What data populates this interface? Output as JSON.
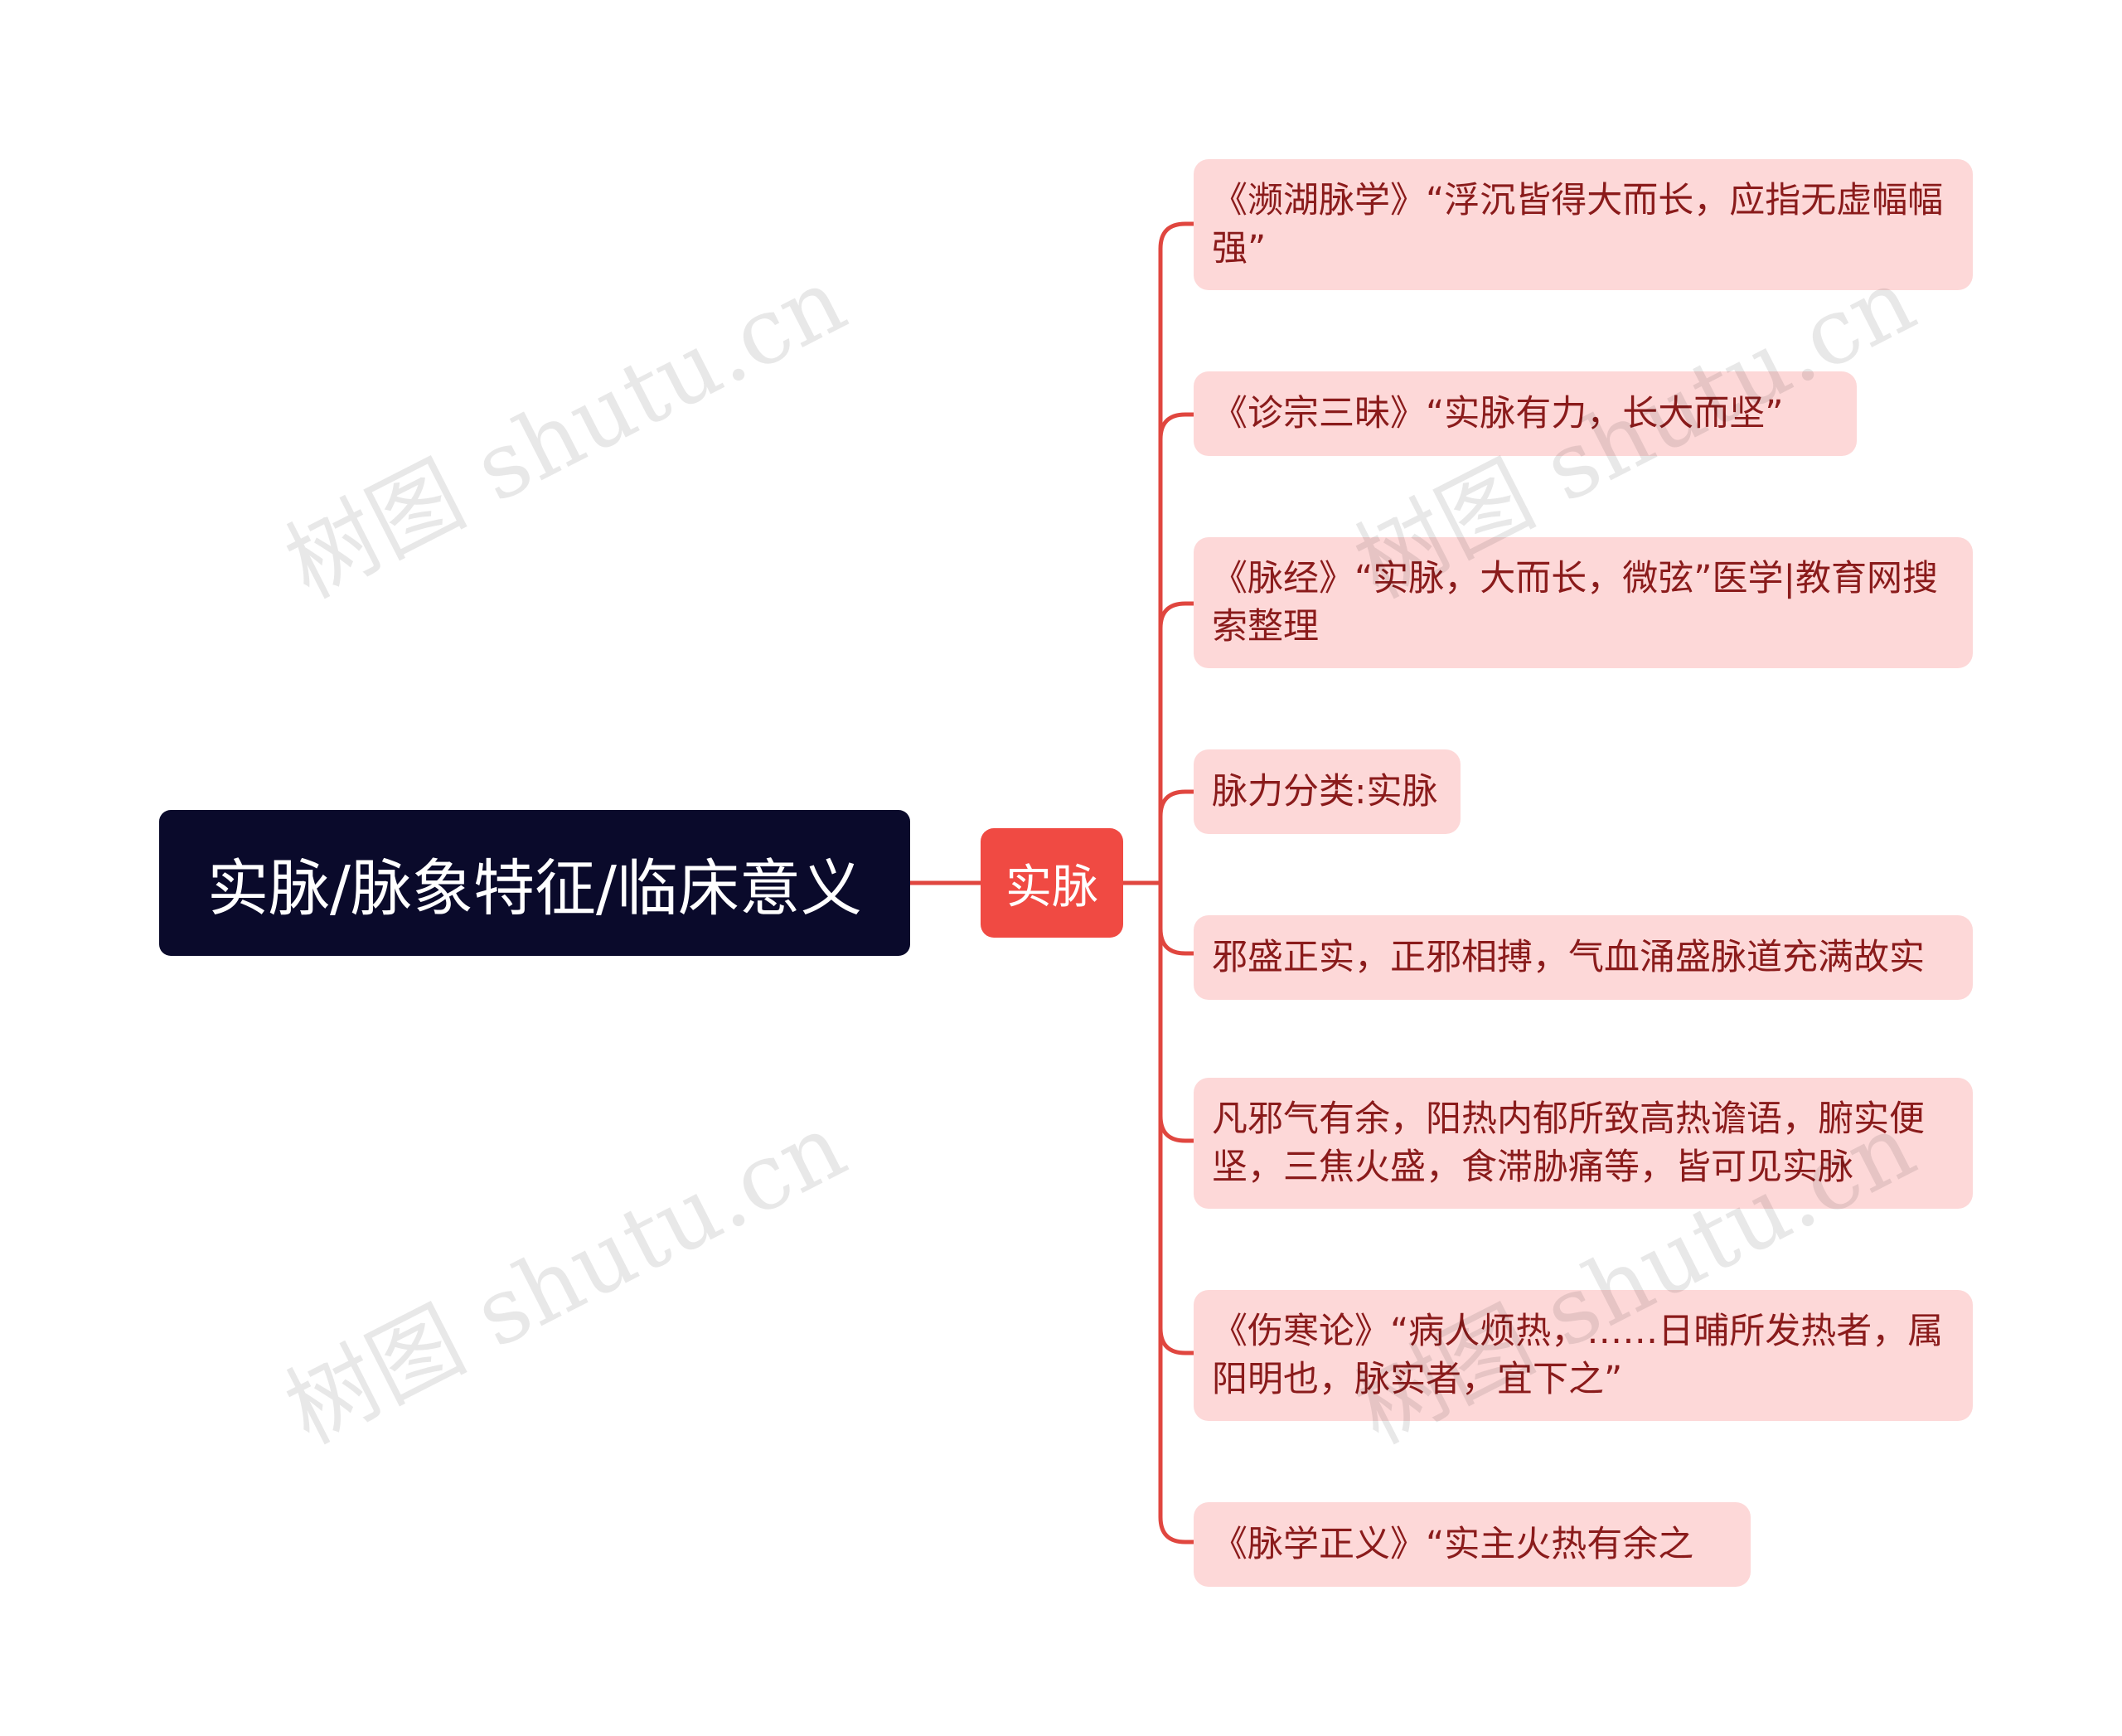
{
  "root": {
    "label": "实脉/脉象特征/临床意义"
  },
  "center": {
    "label": "实脉"
  },
  "leaves": [
    {
      "text": "《濒湖脉学》“浮沉皆得大而长，应指无虚幅幅强”"
    },
    {
      "text": "《诊宗三昧》“实脉有力，长大而坚”"
    },
    {
      "text": "《脉经》“实脉，大而长，微弦”医学|教育网搜索整理"
    },
    {
      "text": "脉力分类:实脉"
    },
    {
      "text": "邪盛正实，正邪相搏，气血涌盛脉道充满故实"
    },
    {
      "text": "凡邪气有余，阳热内郁所致高热谵语，腑实便坚，三焦火盛，食滞胁痛等，皆可见实脉"
    },
    {
      "text": "《伤寒论》“病人烦热，……日晡所发热者，属阳明也，脉实者，宜下之”"
    },
    {
      "text": "《脉学正义》“实主火热有余之"
    }
  ],
  "watermark": {
    "text": "树图 shutu.cn"
  },
  "colors": {
    "root_bg": "#0a0a2b",
    "center_bg": "#f04a43",
    "leaf_bg": "#fdd8d8",
    "leaf_text": "#8a1b1b",
    "connector": "#e0463f"
  }
}
